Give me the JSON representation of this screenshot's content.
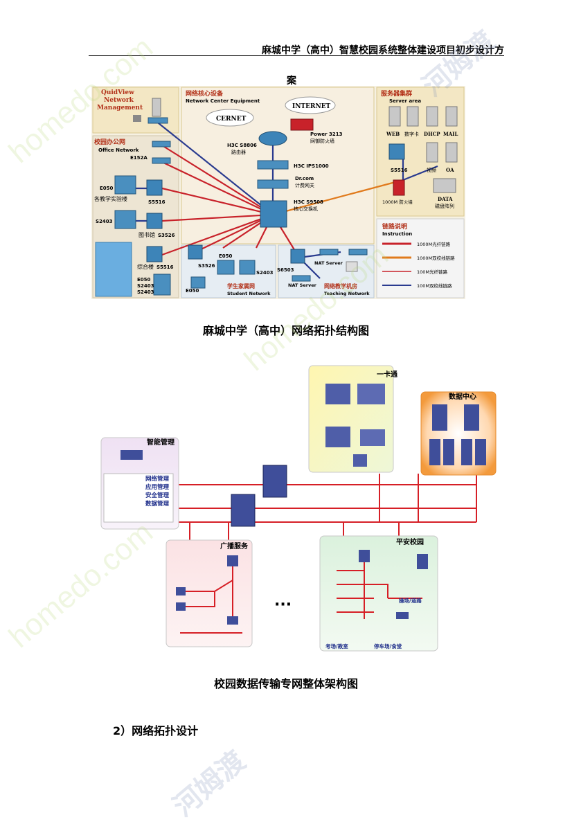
{
  "header": {
    "title": "麻城中学（高中）智慧校园系统整体建设项目初步设计方",
    "title_cont": "案"
  },
  "fig1": {
    "caption": "麻城中学（高中）网络拓扑结构图",
    "quidview": "QuidView",
    "quidview2": "Network",
    "quidview3": "Management",
    "office_cn": "校园办公网",
    "office_en": "Office Network",
    "e152a": "E152A",
    "e050_a": "E050",
    "labs": "各教学实验楼",
    "s5516_a": "S5516",
    "s2403_a": "S2403",
    "library": "图书馆",
    "s3526_a": "S3526",
    "complex": "综合楼",
    "s5516_b": "S5516",
    "e050_b": "E050",
    "s2403_b": "S2403",
    "s2403_c": "S2403",
    "nce_cn": "网络核心设备",
    "nce_en": "Network Center Equipment",
    "cernet": "CERNET",
    "internet": "INTERNET",
    "power": "Power 3213",
    "firewall_cn": "网御防火墙",
    "router1": "H3C S8806",
    "router2": "路由器",
    "ips": "H3C IPS1000",
    "drcom1": "Dr.com",
    "drcom2": "计费网关",
    "core1": "H3C S9508",
    "core2": "核心交换机",
    "s3526_b": "S3526",
    "e050_c": "E050",
    "s2403_d": "S2403",
    "e050_d": "E050",
    "student_cn": "学生家属网",
    "student_en": "Student Network",
    "s6503": "S6503",
    "nat1": "NAT Server",
    "nat2": "NAT Server",
    "teach_cn": "网络教学机房",
    "teach_en": "Teaching Network",
    "server_cn": "服务器集群",
    "server_en": "Server area",
    "web": "WEB",
    "card": "数字卡",
    "dhcp": "DHCP",
    "mail": "MAIL",
    "s5516_c": "S5516",
    "video": "视频",
    "oa": "OA",
    "fw1000": "1000M 防火墙",
    "data": "DATA",
    "disk": "磁盘阵列",
    "legend_cn": "链路说明",
    "legend_en": "Instruction",
    "legend": [
      "1000M光纤链路",
      "1000M双绞线链路",
      "100M光纤链路",
      "100M双绞线链路"
    ],
    "legend_colors": [
      "#c8222a",
      "#e07a1c",
      "#c8222a",
      "#2a3b8f"
    ]
  },
  "fig2": {
    "caption": "校园数据传输专网整体架构图",
    "card": "一卡通",
    "datacenter": "数据中心",
    "smart": "智能管理",
    "smart_items": [
      "网络管理",
      "应用管理",
      "安全管理",
      "数据管理"
    ],
    "broadcast": "广播服务",
    "safe": "平安校园",
    "playground": "操场/道路",
    "exam": "考场/教室",
    "parking": "停车场/食堂",
    "ellipsis": "···"
  },
  "section": {
    "title": "2）网络拓扑设计"
  },
  "watermark": {
    "text": "homedo.com",
    "text_cn": "河姆渡"
  }
}
